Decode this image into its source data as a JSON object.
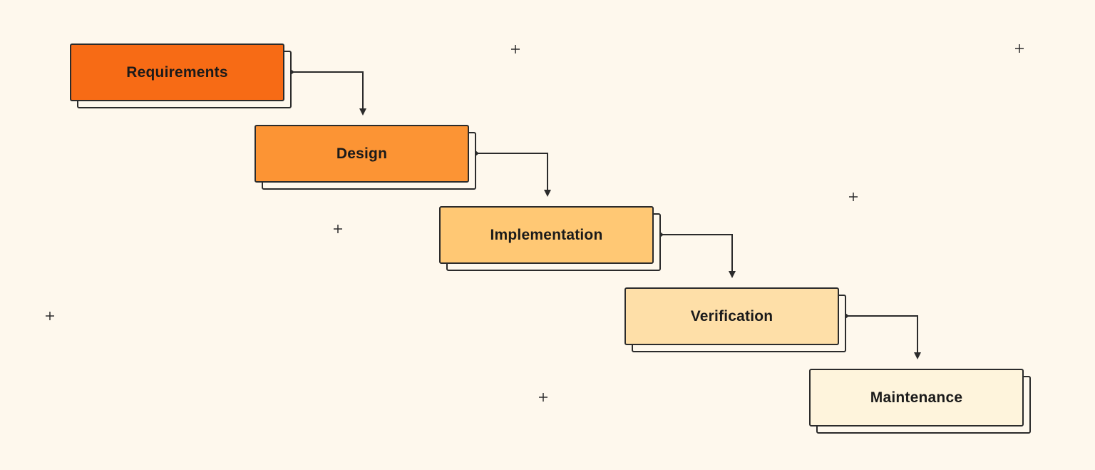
{
  "diagram": {
    "type": "waterfall",
    "stages": [
      {
        "id": "requirements",
        "label": "Requirements",
        "fill": "#f76b15"
      },
      {
        "id": "design",
        "label": "Design",
        "fill": "#fc9434"
      },
      {
        "id": "implementation",
        "label": "Implementation",
        "fill": "#ffc874"
      },
      {
        "id": "verification",
        "label": "Verification",
        "fill": "#fedfa8"
      },
      {
        "id": "maintenance",
        "label": "Maintenance",
        "fill": "#fef4dc"
      }
    ],
    "connectors": [
      {
        "from": "requirements",
        "to": "design"
      },
      {
        "from": "design",
        "to": "implementation"
      },
      {
        "from": "implementation",
        "to": "verification"
      },
      {
        "from": "verification",
        "to": "maintenance"
      }
    ]
  },
  "colors": {
    "background": "#fef8ed",
    "stroke": "#2b2b2b",
    "text": "#1a1a1a"
  }
}
